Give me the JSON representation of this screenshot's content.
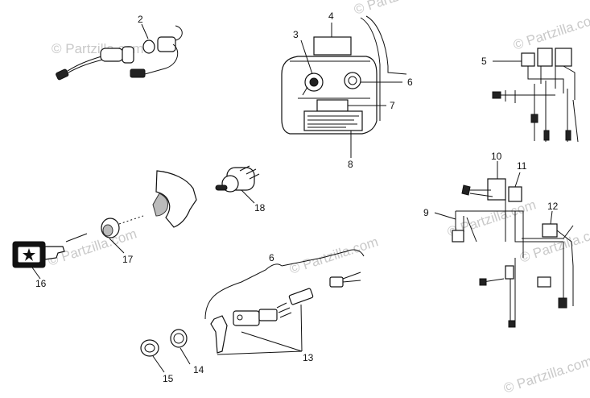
{
  "watermark": {
    "text": "© Partzilla.com",
    "count": 8
  },
  "callouts": [
    {
      "id": "c2",
      "text": "2"
    },
    {
      "id": "c3",
      "text": "3"
    },
    {
      "id": "c4",
      "text": "4"
    },
    {
      "id": "c5",
      "text": "5"
    },
    {
      "id": "c6a",
      "text": "6"
    },
    {
      "id": "c6b",
      "text": "6"
    },
    {
      "id": "c7",
      "text": "7"
    },
    {
      "id": "c8",
      "text": "8"
    },
    {
      "id": "c9",
      "text": "9"
    },
    {
      "id": "c10",
      "text": "10"
    },
    {
      "id": "c11",
      "text": "11"
    },
    {
      "id": "c12",
      "text": "12"
    },
    {
      "id": "c13",
      "text": "13"
    },
    {
      "id": "c14",
      "text": "14"
    },
    {
      "id": "c15",
      "text": "15"
    },
    {
      "id": "c16",
      "text": "16"
    },
    {
      "id": "c17",
      "text": "17"
    },
    {
      "id": "c18",
      "text": "18"
    }
  ],
  "colors": {
    "line": "#111111",
    "watermark": "#c9c9c9",
    "background": "#ffffff"
  }
}
